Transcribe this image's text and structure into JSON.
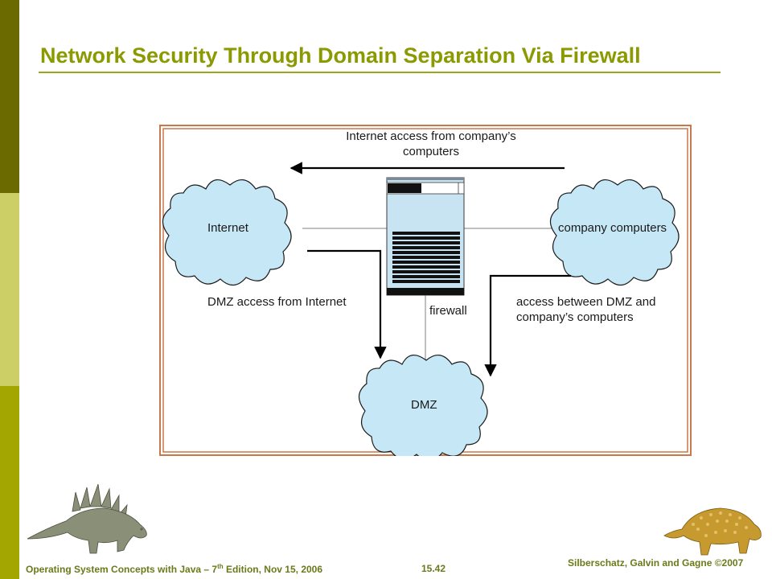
{
  "slide": {
    "title": "Network Security Through Domain Separation Via Firewall"
  },
  "diagram": {
    "internet_access_label": "Internet access from company’s computers",
    "cloud_internet": "Internet",
    "cloud_company": "company computers",
    "cloud_dmz": "DMZ",
    "dmz_access_label": "DMZ access from Internet",
    "firewall_label": "firewall",
    "access_between_label": "access between DMZ and company’s computers"
  },
  "footer": {
    "left_prefix": "Operating System Concepts with Java – 7",
    "left_sup": "th",
    "left_suffix": " Edition, Nov 15, 2006",
    "page": "15.42",
    "right": "Silberschatz, Galvin and Gagne ©2007"
  }
}
